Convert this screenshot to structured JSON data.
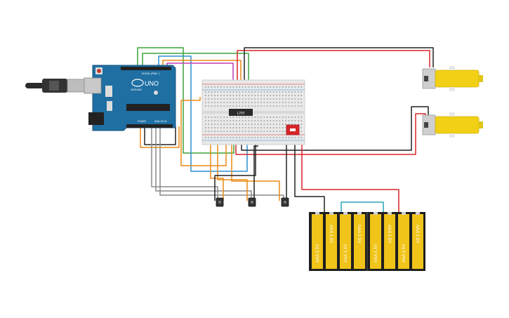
{
  "arduino": {
    "brand": "ARDUINO",
    "model": "UNO",
    "digital_label": "DIGITAL (PWM ~)",
    "power_label": "POWER",
    "analog_label": "ANALOG IN"
  },
  "breadboard": {
    "ic_label": "L293"
  },
  "battery_pack": {
    "cell_label": "AAA 1.5V",
    "cell_count": 8
  },
  "sensors": {
    "count": 3
  },
  "motors": {
    "count": 2
  },
  "colors": {
    "board": "#1f6fa3",
    "breadboard": "#e9e9e9",
    "motor_body": "#f2d016",
    "battery": "#f0c419",
    "battery_case": "#1f1f1f",
    "switch": "#d8252a",
    "wire_red": "#d8252a",
    "wire_black": "#222222",
    "wire_green": "#3aa33a",
    "wire_orange": "#e88a15",
    "wire_blue": "#2b8fd1",
    "wire_magenta": "#c23ab5",
    "wire_yellow": "#d8c01a",
    "wire_gray": "#8a8a8a"
  }
}
